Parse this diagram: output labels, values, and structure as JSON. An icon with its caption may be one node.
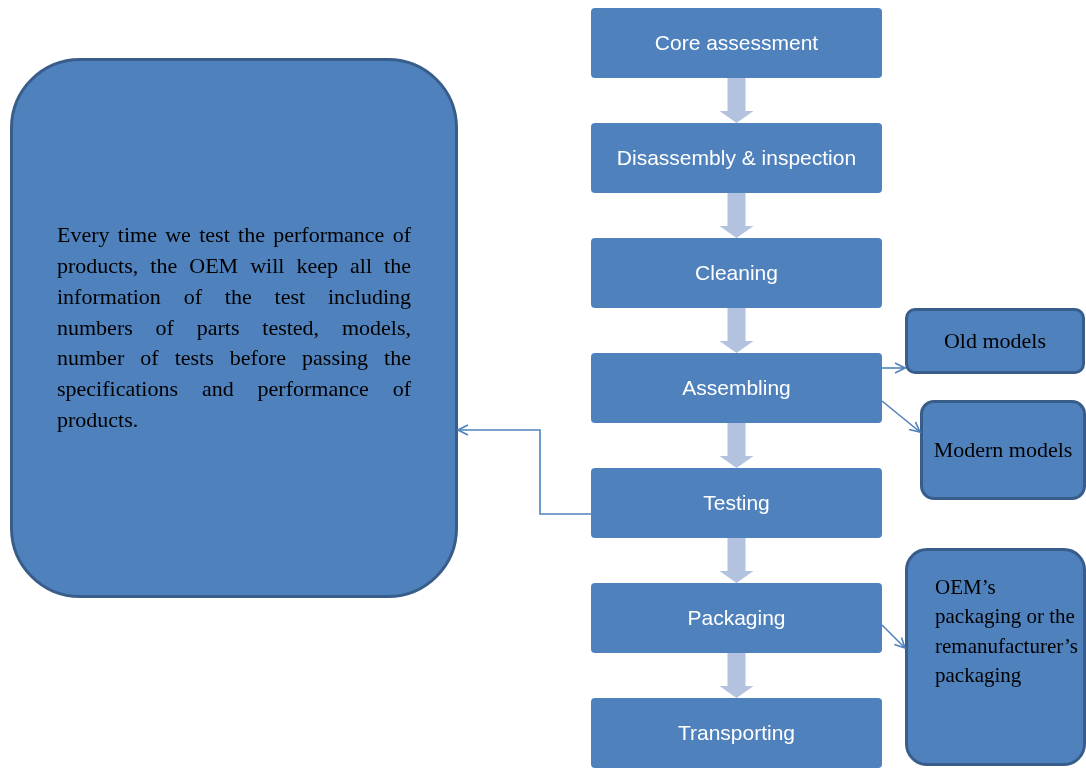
{
  "diagram": {
    "nodes": [
      {
        "text": [
          "Core assessment"
        ]
      },
      {
        "text": [
          "Disassembly & inspection"
        ]
      },
      {
        "text": [
          "Cleaning"
        ]
      },
      {
        "text": [
          "Assembling"
        ]
      },
      {
        "text": [
          "Testing"
        ]
      },
      {
        "text": [
          "Packaging"
        ]
      },
      {
        "text": [
          "Transporting"
        ]
      },
      {
        "text": [
          "Old models"
        ]
      },
      {
        "text": [
          "Modern models"
        ]
      },
      {
        "text": [
          "OEM’s packaging or the remanufacturer’s packaging"
        ]
      },
      {
        "text": [
          "Every time we test the performance of products, the OEM will keep all the information of the test including numbers of parts tested, models, number of tests before passing the specifications and performance of products."
        ]
      }
    ],
    "edges": [
      {
        "from": 0,
        "to": 1,
        "arrow": "to",
        "style": "thick",
        "color": "#b3c3df"
      },
      {
        "from": 1,
        "to": 2,
        "arrow": "to",
        "style": "thick",
        "color": "#b3c3df"
      },
      {
        "from": 2,
        "to": 3,
        "arrow": "to",
        "style": "thick",
        "color": "#b3c3df"
      },
      {
        "from": 3,
        "to": 4,
        "arrow": "to",
        "style": "thick",
        "color": "#b3c3df"
      },
      {
        "from": 4,
        "to": 5,
        "arrow": "to",
        "style": "thick",
        "color": "#b3c3df"
      },
      {
        "from": 5,
        "to": 6,
        "arrow": "to",
        "style": "thick",
        "color": "#b3c3df"
      },
      {
        "from": 3,
        "to": 7,
        "arrow": "to"
      },
      {
        "from": 3,
        "to": 8,
        "arrow": "to"
      },
      {
        "from": 5,
        "to": 9,
        "arrow": "to"
      },
      {
        "from": 4,
        "to": 10,
        "arrow": "to"
      }
    ]
  }
}
